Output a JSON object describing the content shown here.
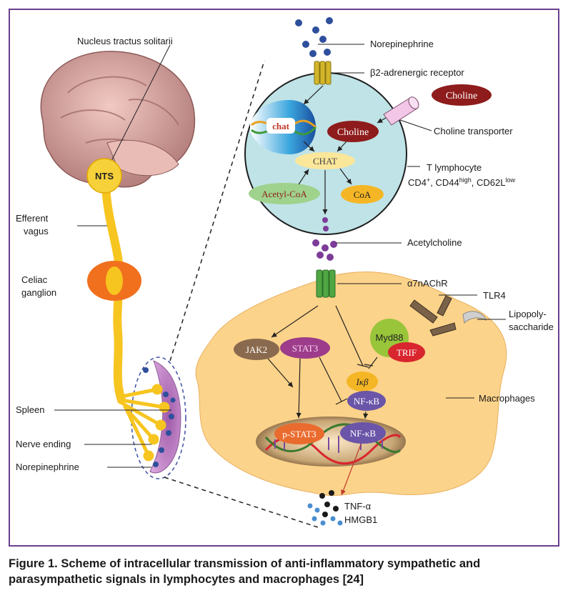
{
  "labels": {
    "nts_title": "Nucleus tractus solitarii",
    "nts_badge": "NTS",
    "efferent_1": "Efferent",
    "efferent_2": "vagus",
    "celiac_1": "Celiac",
    "celiac_2": "ganglion",
    "spleen": "Spleen",
    "nerve_ending": "Nerve ending",
    "norepinephrine_left": "Norepinephrine",
    "norepinephrine_top": "Norepinephrine",
    "b2_receptor": "β2-adrenergic receptor",
    "choline_transporter": "Choline transporter",
    "t_lymphocyte": "T lymphocyte",
    "cd4": "CD4",
    "cd4_sup": "+",
    "cd44": ", CD44",
    "cd44_sup": "high",
    "cd62": ", CD62L",
    "cd62_sup": "low",
    "acetylcholine": "Acetylcholine",
    "a7nachr": "α7nAChR",
    "tlr4": "TLR4",
    "lps_1": "Lipopoly-",
    "lps_2": "saccharide",
    "macrophages": "Macrophages",
    "tnf": "TNF-α",
    "hmgb1": "HMGB1"
  },
  "nodes": {
    "chat_gene": "chat",
    "choline_out": "Choline",
    "choline_in": "Choline",
    "chat_enzyme": "CHAT",
    "acetyl_coa": "Acetyl-CoA",
    "coa": "CoA",
    "jak2": "JAK2",
    "stat3": "STAT3",
    "myd88": "Myd88",
    "trif": "TRIF",
    "ikb": "Iκβ",
    "nfkb_top": "NF-κB",
    "pstat3": "p-STAT3",
    "nfkb_bottom": "NF-κB"
  },
  "caption": "Figure 1. Scheme of intracellular transmission of anti-inflammatory sympathetic and parasympathetic signals in lymphocytes and macrophages [24]",
  "colors": {
    "frame": "#6a3f8e",
    "cell": "#bfe3e6",
    "macrophage": "#fcd38a",
    "nerve": "#f7c520",
    "ganglion": "#f0701e",
    "choline": "#8e1c1c",
    "chat_enzyme": "#fbe79a",
    "acetyl_coa": "#9fd28c",
    "coa": "#f5b625",
    "jak2": "#8a6a4e",
    "stat3": "#9c3c8a",
    "myd88": "#98c53a",
    "trif": "#d8252e",
    "ikb": "#f5b625",
    "nfkb": "#6a55a8",
    "pstat3": "#ea6b2e",
    "receptor_b2": "#d3b52a",
    "receptor_a7": "#4fa643",
    "dots_blue": "#2e4f9c",
    "dots_purple": "#7d3c98"
  }
}
